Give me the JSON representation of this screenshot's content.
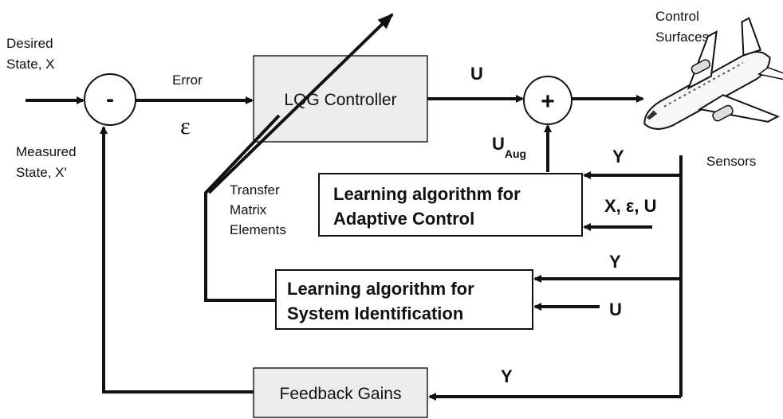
{
  "inputs": {
    "desired_state": [
      "Desired",
      "State, X"
    ],
    "measured_state": [
      "Measured",
      "State, X'"
    ],
    "error": "Error",
    "epsilon": "ε"
  },
  "summing_junctions": {
    "left_sign": "-",
    "right_sign": "+"
  },
  "blocks": {
    "lqg": "LQG Controller",
    "adaptive": [
      "Learning algorithm for",
      "Adaptive Control"
    ],
    "sysid": [
      "Learning algorithm for",
      "System Identification"
    ],
    "feedback": "Feedback Gains"
  },
  "signals": {
    "u": "U",
    "u_aug_main": "U",
    "u_aug_sub": "Aug",
    "y_adaptive": "Y",
    "adaptive_inputs": "X, ε, U",
    "y_sysid": "Y",
    "u_sysid": "U",
    "y_feedback": "Y"
  },
  "annotations": {
    "transfer": [
      "Transfer",
      "Matrix",
      "Elements"
    ],
    "control_surfaces": [
      "Control",
      "Surfaces"
    ],
    "sensors": "Sensors"
  },
  "colors": {
    "line": "#111111",
    "block_fill": "#ececec",
    "block_stroke": "#222222"
  }
}
